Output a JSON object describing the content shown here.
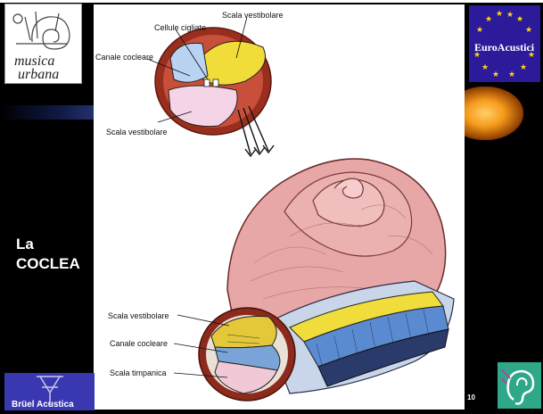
{
  "slide": {
    "title_line1": "La",
    "title_line2": "COCLEA",
    "page_number": "10"
  },
  "logos": {
    "musica_line1": "musica",
    "musica_line2": "urbana",
    "euroacustici": "EuroAcustici",
    "bruel": "Brüel Acustica"
  },
  "figure": {
    "top_labels": {
      "scala_vestibolare": "Scala vestibolare",
      "cellule_cigliate": "Cellule cigliate",
      "canale_cocleare": "Canale cocleare",
      "scala_vestibolare_2": "Scala vestibolare"
    },
    "bottom_labels": {
      "scala_vestibolare": "Scala vestibolare",
      "canale_cocleare": "Canale cocleare",
      "scala_timpanica": "Scala timpanica"
    }
  },
  "colors": {
    "background": "#000000",
    "euro_blue": "#2b1a9a",
    "bruel_blue": "#3a38b0",
    "ear_green": "#2ea889",
    "cochlea_pink": "#e8a9a8",
    "cochlea_red": "#8b2a1a",
    "vestibular_yellow": "#f0dc3a"
  },
  "icons": [
    "snail-shell-icon",
    "star-circle-icon",
    "ear-icon",
    "fork-icon"
  ]
}
